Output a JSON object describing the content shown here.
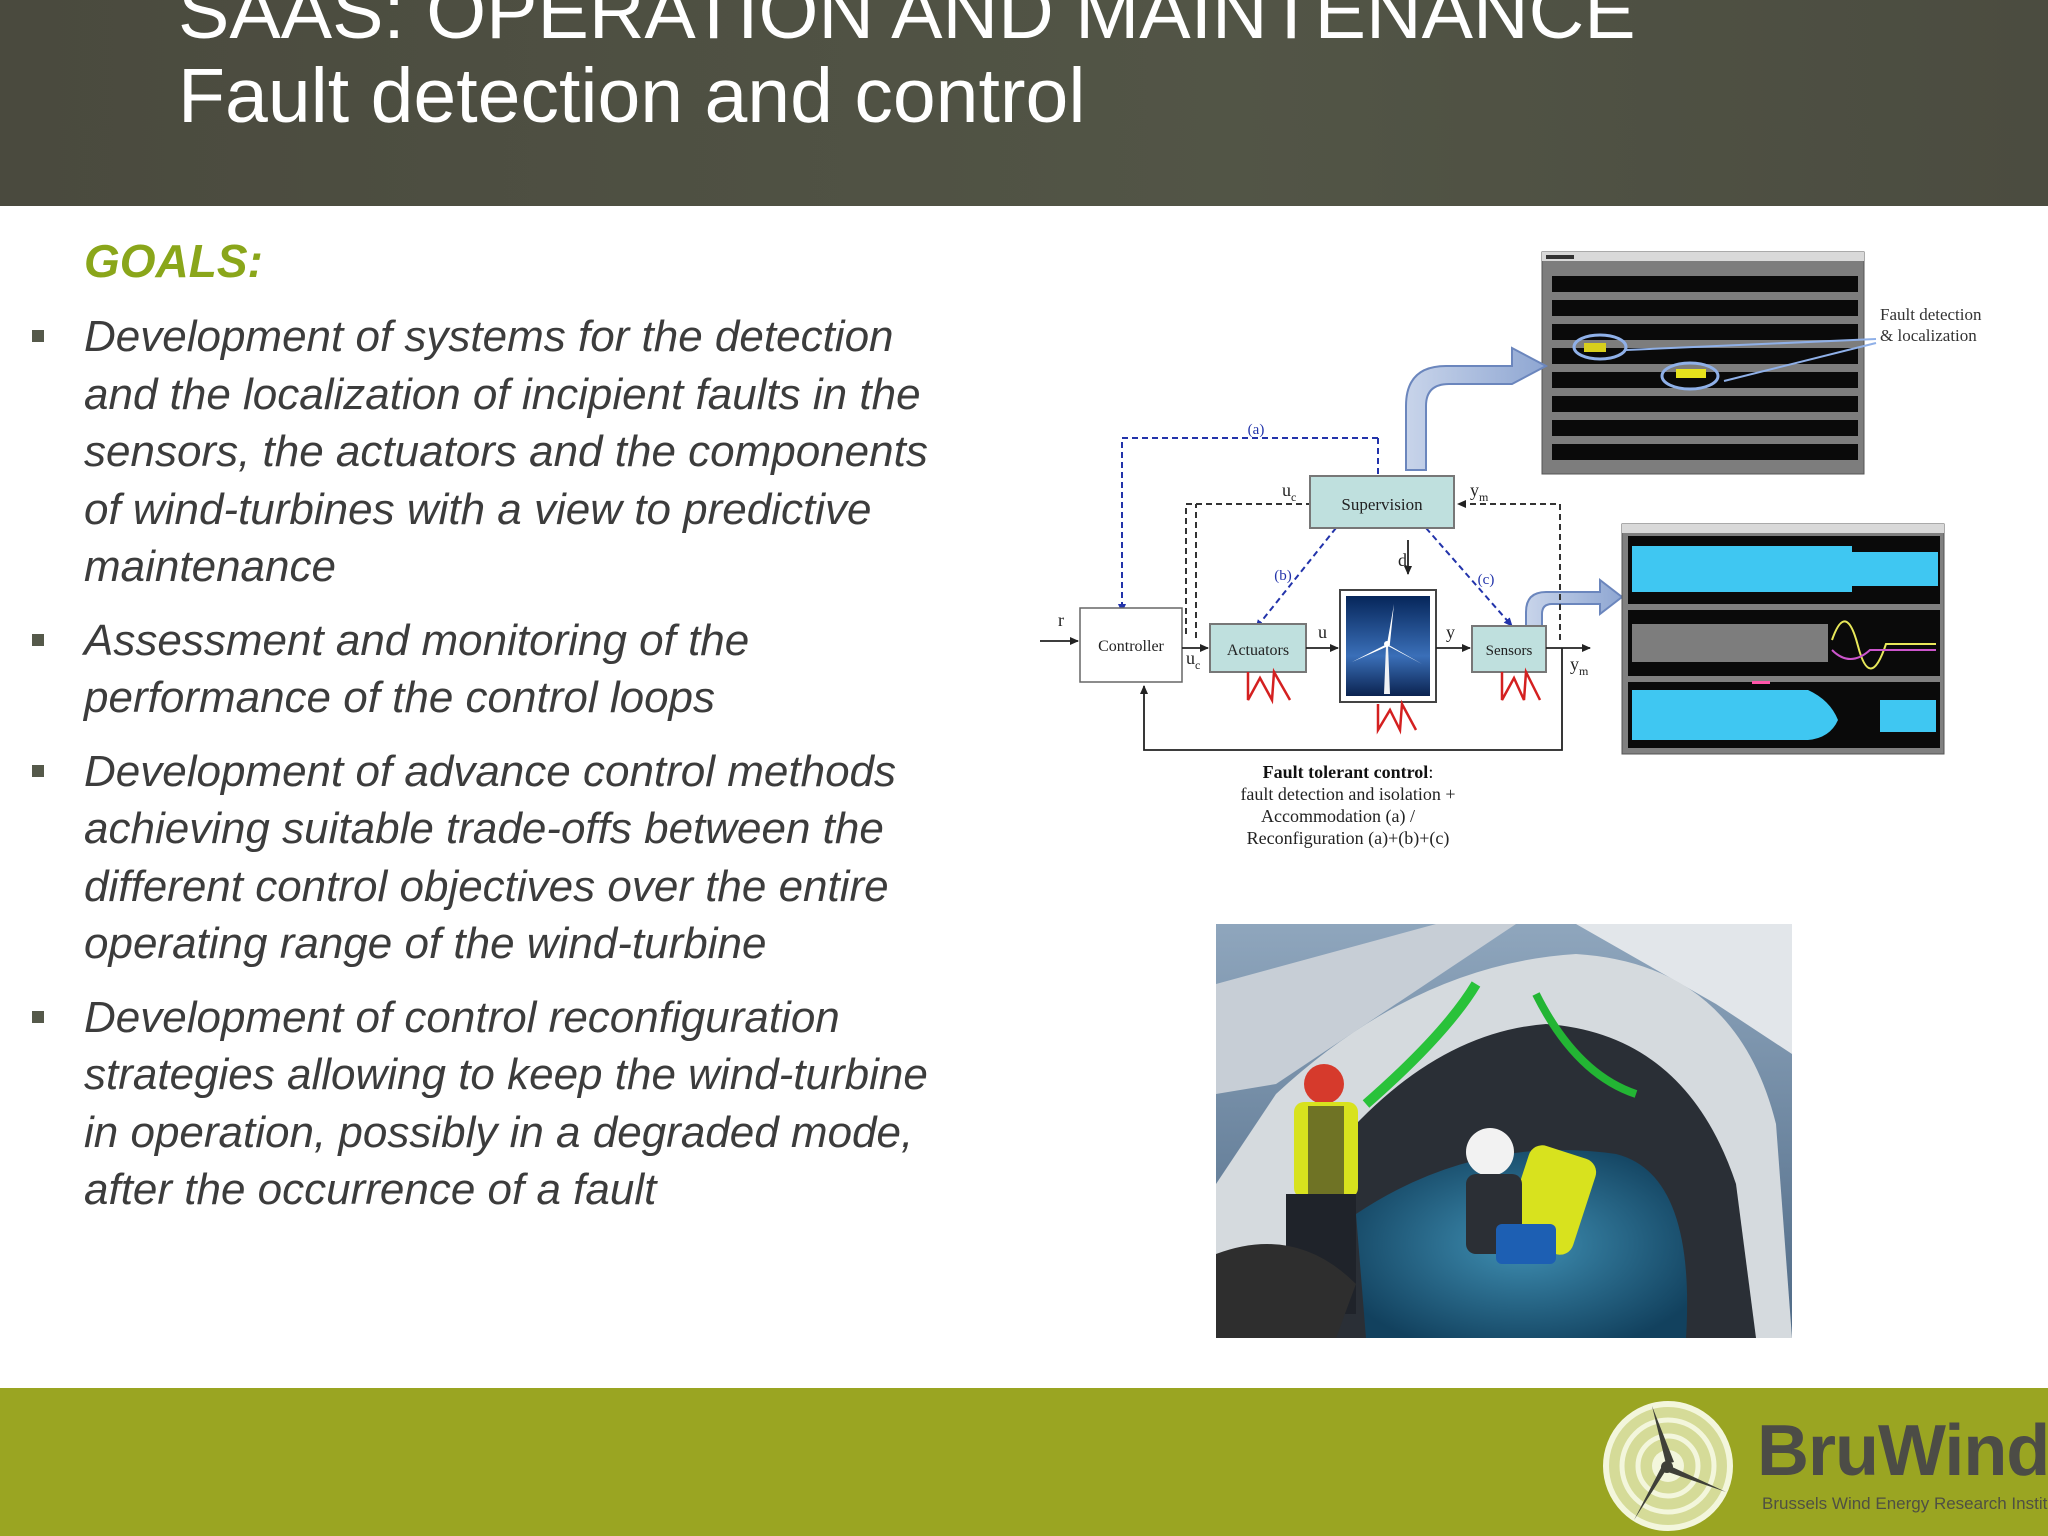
{
  "header": {
    "title": "SAAS: OPERATION AND MAINTENANCE",
    "subtitle": "Fault detection and control"
  },
  "goals_label": "GOALS:",
  "bullets": [
    "Development of systems for the detection and the localization of incipient faults in the sensors, the actuators and the components of wind-turbines with a view to predictive maintenance",
    "Assessment and monitoring of the performance of the control loops",
    "Development of advance control methods achieving suitable trade-offs between the different control objectives over the entire operating range of the wind-turbine",
    "Development of control reconfiguration strategies allowing to keep the wind-turbine in operation, possibly in a degraded mode, after the occurrence of a fault"
  ],
  "diagram": {
    "fault_annotation_line1": "Fault detection",
    "fault_annotation_line2": "& localization",
    "supervision": "Supervision",
    "controller": "Controller",
    "actuators": "Actuators",
    "sensors": "Sensors",
    "label_a": "(a)",
    "label_b": "(b)",
    "label_c": "(c)",
    "sig_r": "r",
    "sig_u": "u",
    "sig_y": "y",
    "sig_d": "d",
    "sig_uc_main": "u",
    "sig_uc_sub": "c",
    "sig_ym_main": "y",
    "sig_ym_sub": "m",
    "caption_bold": "Fault tolerant control",
    "caption_colon": ":",
    "caption_line2": "fault detection and isolation +",
    "caption_line3": "Accommodation (a) /",
    "caption_line4": "Reconfiguration (a)+(b)+(c)"
  },
  "logo": {
    "name": "BruWind",
    "tagline": "Brussels Wind Energy Research Institute"
  },
  "colors": {
    "header_bg": "#4f5143",
    "footer_bg": "#9aa522",
    "goals_accent": "#8aa61a",
    "box_fill": "#bfe0de",
    "dashed_blue": "#2233aa"
  }
}
